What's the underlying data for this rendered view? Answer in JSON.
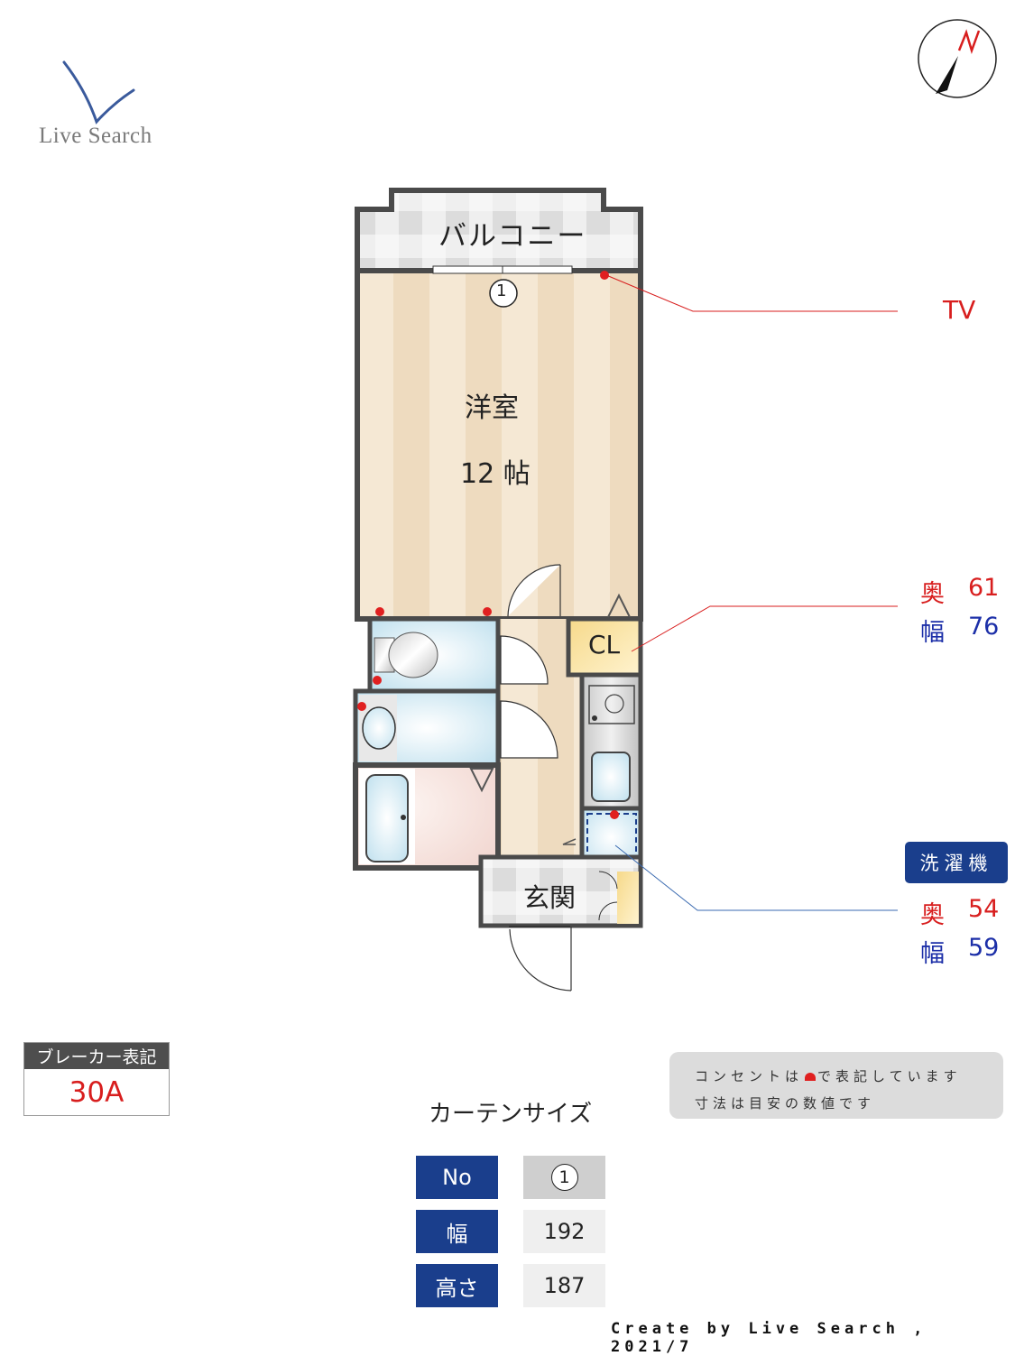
{
  "brand": {
    "logo_text": "Live Search",
    "logo_color": "#3a5a9c"
  },
  "compass": {
    "label": "N",
    "needle_color": "#111111",
    "label_color": "#d81e1e"
  },
  "floorplan": {
    "rooms": {
      "balcony": "バルコニー",
      "western_room": "洋室",
      "western_room_size": "12 帖",
      "closet": "CL",
      "entrance": "玄関"
    },
    "window_number": "1"
  },
  "callouts": {
    "tv": "TV",
    "closet": {
      "depth_label": "奥",
      "depth_value": "61",
      "width_label": "幅",
      "width_value": "76"
    },
    "washing_machine": {
      "badge": "洗濯機",
      "depth_label": "奥",
      "depth_value": "54",
      "width_label": "幅",
      "width_value": "59"
    }
  },
  "breaker": {
    "header": "ブレーカー表記",
    "value": "30A"
  },
  "note": {
    "line1_before": "コンセントは",
    "line1_after": "で表記しています",
    "line2": "寸法は目安の数値です"
  },
  "curtain": {
    "title": "カーテンサイズ",
    "rows": [
      {
        "header": "No",
        "value": "1"
      },
      {
        "header": "幅",
        "value": "192"
      },
      {
        "header": "高さ",
        "value": "187"
      }
    ]
  },
  "footer": "Create by Live Search , 2021/7",
  "colors": {
    "accent_blue": "#1a3e8c",
    "outlet_red": "#e02020",
    "wall": "#4a4a4a"
  }
}
